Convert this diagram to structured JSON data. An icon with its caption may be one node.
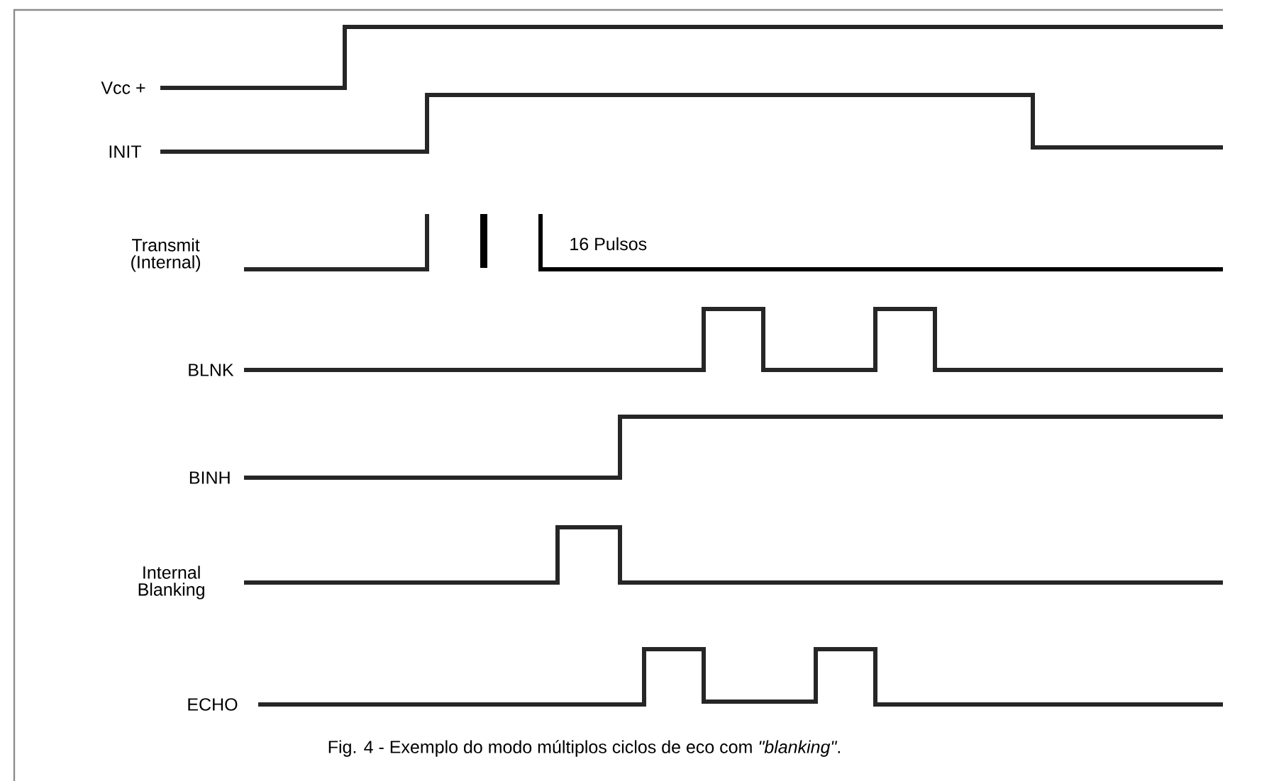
{
  "diagram": {
    "caption": "Fig. 4 - Exemplo do modo múltiplos ciclos de eco com *\"blanking\"*.",
    "labels": [
      "Vcc +",
      "INIT",
      "Transmit (Internal)",
      "16 Pulsos",
      "BLNK",
      "BINH",
      "Internal Blanking",
      "ECHO"
    ]
  }
}
